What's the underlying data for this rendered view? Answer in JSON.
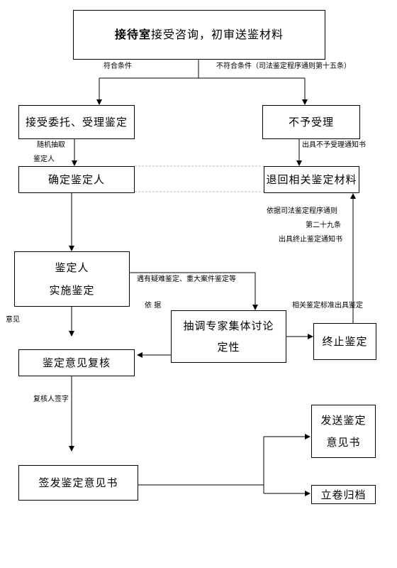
{
  "boxes": {
    "reception_bold": "接待室",
    "reception_rest": "接受咨询，初审送鉴材料",
    "accept": "接受委托、受理鉴定",
    "reject": "不予受理",
    "determine": "确定鉴定人",
    "return": "退回相关鉴定材料",
    "implement_line1": "鉴定人",
    "implement_line2": "实施鉴定",
    "expert_line1": "抽调专家集体讨论",
    "expert_line2": "定性",
    "terminate": "终止鉴定",
    "review": "鉴定意见复核",
    "issue": "签发鉴定意见书",
    "send_line1": "发送鉴定",
    "send_line2": "意见书",
    "archive": "立卷归档"
  },
  "labels": {
    "eligible": "符合条件",
    "ineligible": "不符合条件（司法鉴定程序通则第十五条）",
    "random_1": "随机抽取",
    "random_2": "鉴定人",
    "reject_notice": "出具不予受理通知书",
    "rule_1": "依据司法鉴定程序通则",
    "rule_2": "第二十九条",
    "rule_3": "出具终止鉴定通知书",
    "difficult_case": "遇有疑难鉴定、重大案件鉴定等",
    "basis": "依  据",
    "standard_note": "相关鉴定标准出具鉴定",
    "opinion": "意见",
    "reviewer_sign": "复核人签字"
  },
  "colors": {
    "line": "#000000",
    "dashed": "#bbbbbb"
  }
}
